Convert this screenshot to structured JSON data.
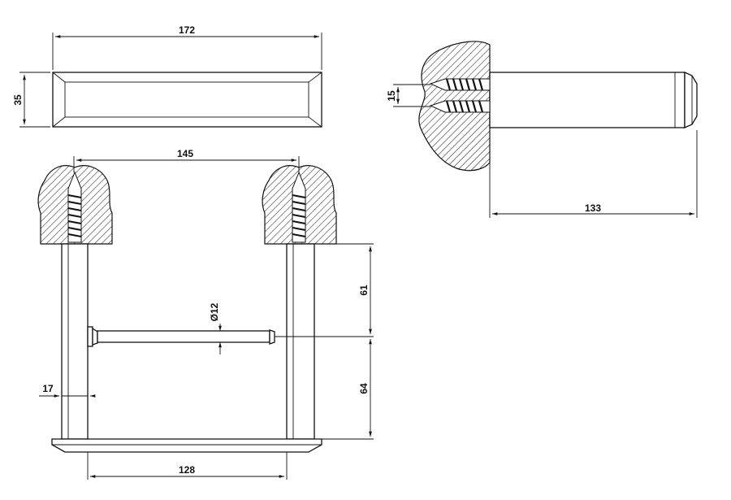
{
  "dimensions": {
    "top_width": "172",
    "top_height": "35",
    "bracket_span": "145",
    "side_depth": "133",
    "plug_spacing": "15",
    "upper_height": "61",
    "lower_height": "64",
    "rod_diameter": "Ø12",
    "post_offset": "17",
    "post_spacing": "128"
  }
}
